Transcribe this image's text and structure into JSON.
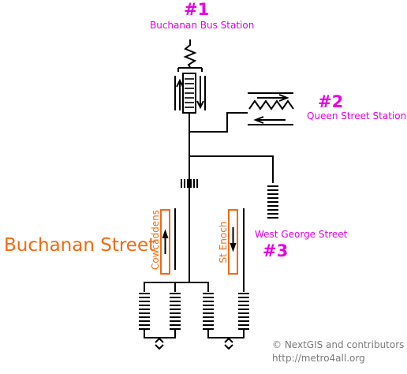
{
  "station": {
    "name": "Buchanan Street"
  },
  "exits": [
    {
      "number": "#1",
      "name": "Buchanan Bus Station"
    },
    {
      "number": "#2",
      "name": "Queen Street Station"
    },
    {
      "number": "#3",
      "name": "West George Street"
    }
  ],
  "platforms": [
    {
      "name": "Cowcaddens",
      "arrow": "up"
    },
    {
      "name": "St Enoch",
      "arrow": "down"
    }
  ],
  "attribution": {
    "line1": "© NextGIS and contributors",
    "line2": "http://metro4all.org"
  },
  "colors": {
    "exit_label": "#e600e6",
    "platform": "#f26a10",
    "line": "#000000",
    "attribution": "#7a7a7a"
  },
  "icons": {
    "moving_walkway": "walkway-icon",
    "escalator": "escalator-icon",
    "stairs": "stairs-icon",
    "ramp": "ramp-icon",
    "wall": "wall-icon"
  }
}
